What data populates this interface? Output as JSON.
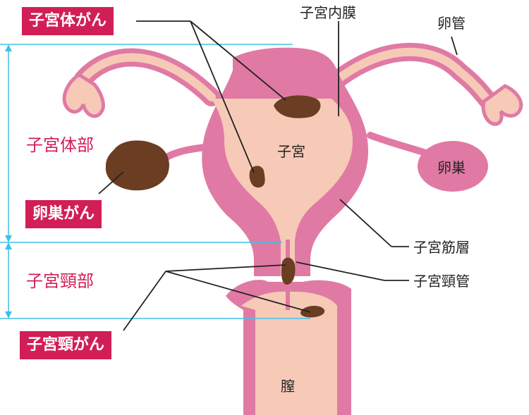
{
  "labels": {
    "endometrium": "子宮内膜",
    "fallopian_tube": "卵管",
    "uterus": "子宮",
    "ovary": "卵巣",
    "myometrium": "子宮筋層",
    "cervical_canal": "子宮頸管",
    "vagina": "膣"
  },
  "cancers": {
    "uterine_body": "子宮体がん",
    "ovarian": "卵巣がん",
    "cervical": "子宮頸がん"
  },
  "regions": {
    "uterine_body": "子宮体部",
    "cervix": "子宮頸部"
  },
  "colors": {
    "tissue_dark": "#e07aa4",
    "tissue_light": "#f6cab7",
    "tumor": "#6b3d22",
    "badge": "#d21e56",
    "region_text": "#d21e56",
    "guide": "#3ec1e6"
  }
}
